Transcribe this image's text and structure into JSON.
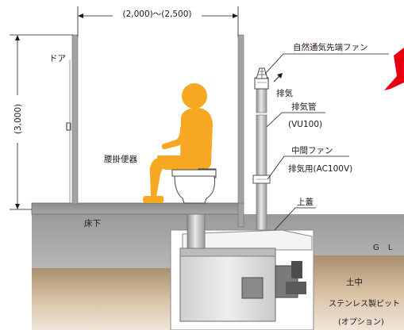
{
  "dimensions": {
    "width_range": "(2,000)～(2,500)",
    "height": "(3,000)"
  },
  "labels": {
    "door": "ドア",
    "toilet": "腰掛便器",
    "underfloor": "床下",
    "fan_top": "自然通気先端ファン",
    "exhaust": "排気",
    "pipe": "排気管",
    "pipe_spec": "(VU100)",
    "mid_fan": "中間ファン",
    "mid_fan_spec": "排気用(AC100V)",
    "lid": "上蓋",
    "ground_level": "G L",
    "soil": "土中",
    "pit": "ステンレス製ピット",
    "pit_option": "(オプション)"
  },
  "colors": {
    "person": "#f7a823",
    "person_outline": "#c8801a",
    "wall": "#9c9c9c",
    "floor": "#8a8a8a",
    "ground": "#a8a8a8",
    "soil": "#c8a67e",
    "pit": "#dcdcdc",
    "accent_red": "#e60012"
  }
}
